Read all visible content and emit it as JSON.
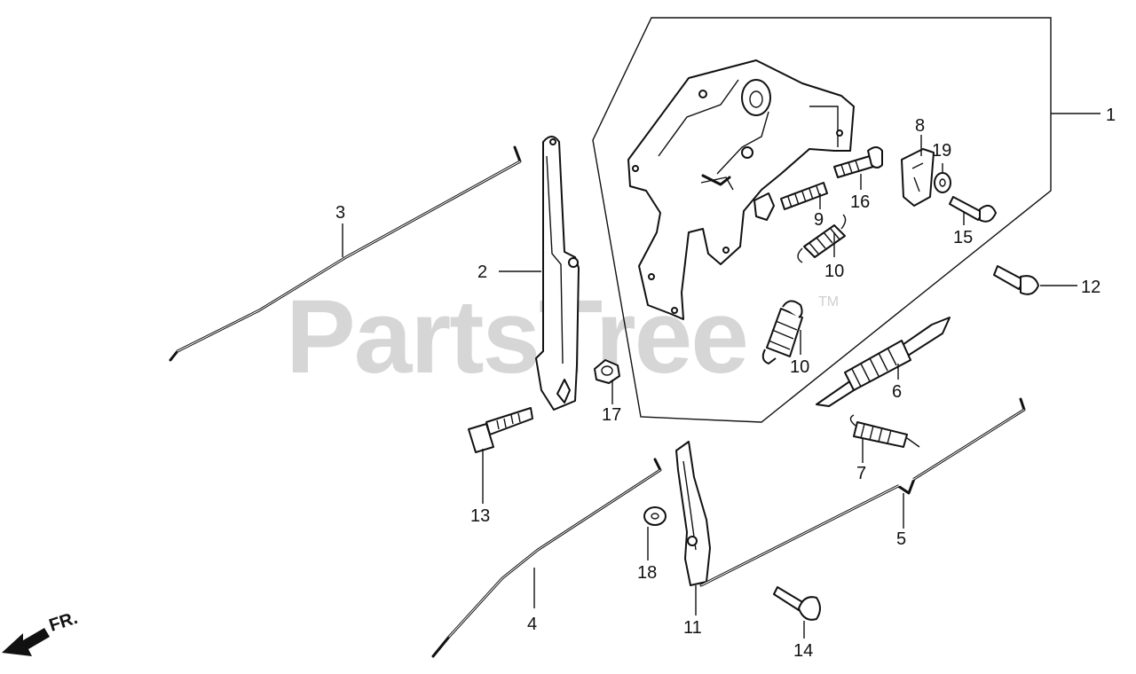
{
  "watermark": {
    "text": "PartsTree",
    "trademark": "TM"
  },
  "front_indicator": {
    "text": "FR."
  },
  "callouts": [
    "1",
    "2",
    "3",
    "4",
    "5",
    "6",
    "7",
    "8",
    "9",
    "10",
    "10",
    "11",
    "12",
    "13",
    "14",
    "15",
    "16",
    "17",
    "18",
    "19"
  ]
}
